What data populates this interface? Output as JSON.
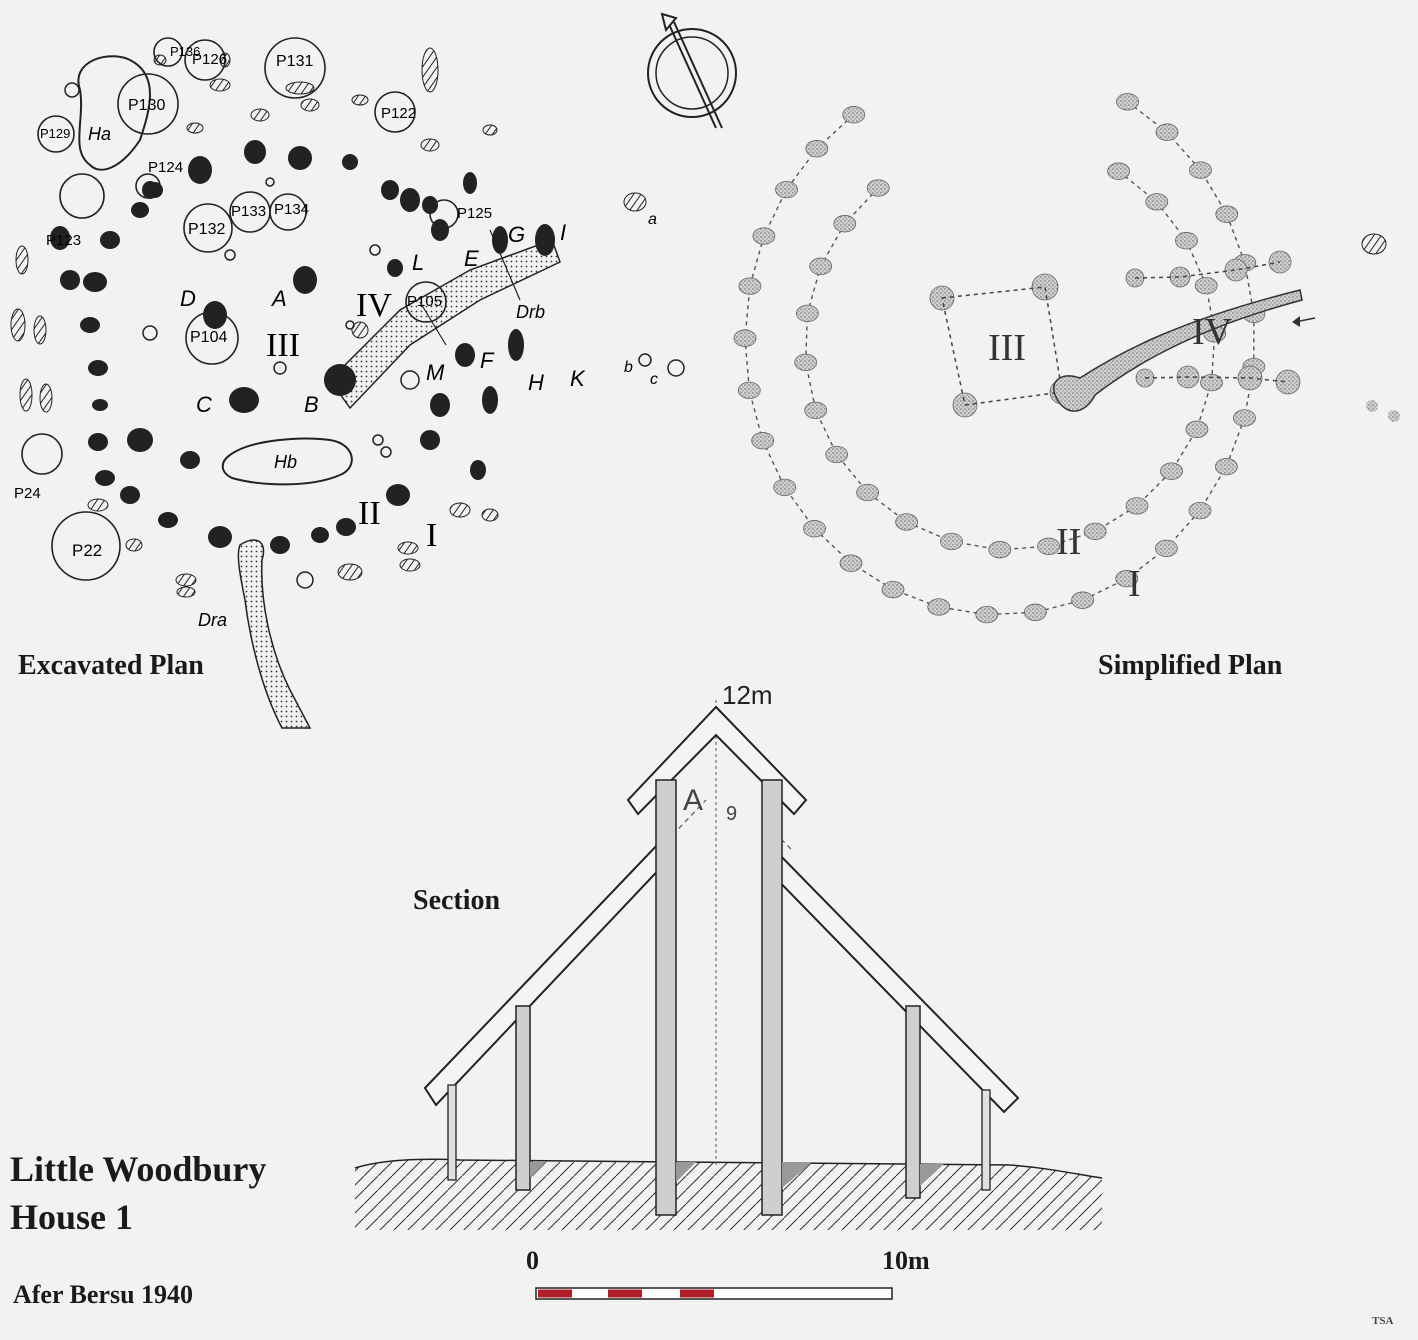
{
  "labels": {
    "excavated_plan": "Excavated Plan",
    "simplified_plan": "Simplified Plan",
    "section": "Section",
    "title_line1": "Little Woodbury",
    "title_line2": "House 1",
    "author": "Afer Bersu 1940",
    "credit": "TSA"
  },
  "scale_bar": {
    "start_label": "0",
    "end_label": "10m",
    "accent_color": "#b01e2a"
  },
  "excavated_plan": {
    "post_labels": [
      "P136",
      "P126",
      "P131",
      "P130",
      "P122",
      "P129",
      "Ha",
      "P124",
      "P123",
      "P132",
      "P133",
      "P134",
      "P125",
      "P104",
      "P105",
      "P24",
      "P22",
      "Hb",
      "Dra",
      "Drb"
    ],
    "letters": [
      "A",
      "B",
      "C",
      "D",
      "E",
      "F",
      "G",
      "H",
      "I",
      "K",
      "L",
      "M",
      "a",
      "b",
      "c"
    ],
    "ring_numerals": [
      "I",
      "II",
      "III",
      "IV"
    ]
  },
  "simplified_plan": {
    "ring_numerals": [
      "I",
      "II",
      "III",
      "IV"
    ]
  },
  "section": {
    "height_label": "12m",
    "post_label": "A",
    "post_subscript": "9"
  }
}
